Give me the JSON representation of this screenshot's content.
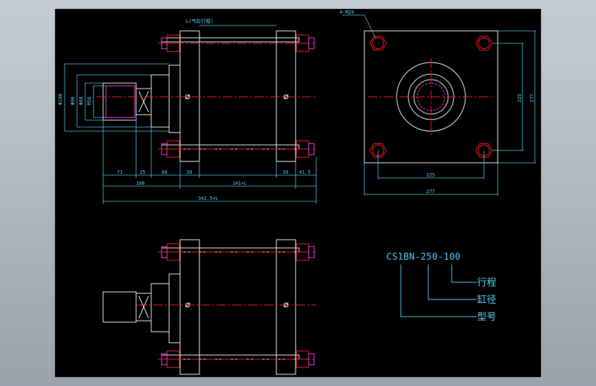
{
  "colors": {
    "background": "#000000",
    "outline": "#ffffff",
    "dimension": "#5fd6ff",
    "bolt": "#ff2020",
    "centerline": "#ff2020",
    "accent": "#ff40ff"
  },
  "front_view": {
    "stroke_label": "L(气缸行程)",
    "dims": {
      "d140": "Φ140",
      "d96": "Φ96",
      "d68": "Φ68",
      "m56": "M56",
      "d71": "71",
      "d25": "25",
      "d60": "60",
      "d39a": "39",
      "d39b": "39",
      "d41": "41.5",
      "d160": "160",
      "d141": "141+L",
      "d342": "342.5+L"
    }
  },
  "side_view": {
    "bolt_label": "4-M24",
    "dims": {
      "d225_h": "225",
      "d277_h": "277",
      "d225_v": "225",
      "d277_v": "277"
    }
  },
  "model_code": {
    "code": "CS1BN-250-100",
    "stroke": "行程",
    "bore": "缸径",
    "model": "型号"
  }
}
